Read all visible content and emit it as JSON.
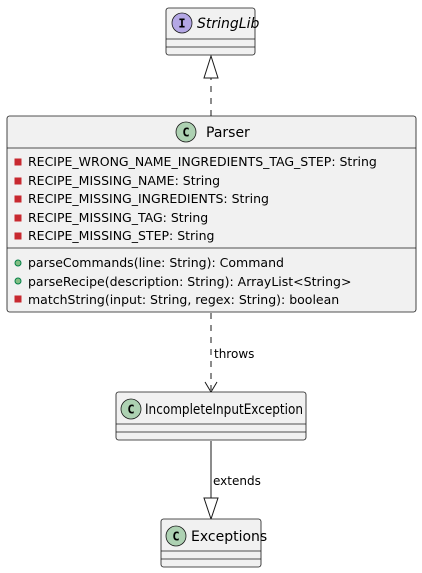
{
  "colors": {
    "box_fill": "#f1f1f1",
    "border": "#181818",
    "class_icon": "#add1b2",
    "interface_icon": "#b4a7e5",
    "private_marker": "#c82930",
    "public_marker": "#84be84"
  },
  "nodes": {
    "stringlib": {
      "kind": "interface",
      "icon": "I",
      "name": "StringLib",
      "fields": [],
      "methods": []
    },
    "parser": {
      "kind": "class",
      "icon": "C",
      "name": "Parser",
      "fields": [
        {
          "visibility": "private",
          "text": "RECIPE_WRONG_NAME_INGREDIENTS_TAG_STEP: String"
        },
        {
          "visibility": "private",
          "text": "RECIPE_MISSING_NAME: String"
        },
        {
          "visibility": "private",
          "text": "RECIPE_MISSING_INGREDIENTS: String"
        },
        {
          "visibility": "private",
          "text": "RECIPE_MISSING_TAG: String"
        },
        {
          "visibility": "private",
          "text": "RECIPE_MISSING_STEP: String"
        }
      ],
      "methods": [
        {
          "visibility": "public",
          "text": "parseCommands(line: String): Command"
        },
        {
          "visibility": "public",
          "text": "parseRecipe(description: String): ArrayList<String>"
        },
        {
          "visibility": "private",
          "text": "matchString(input: String, regex: String): boolean"
        }
      ]
    },
    "incomplete": {
      "kind": "class",
      "icon": "C",
      "name": "IncompleteInputException",
      "fields": [],
      "methods": []
    },
    "exceptions": {
      "kind": "class",
      "icon": "C",
      "name": "Exceptions",
      "fields": [],
      "methods": []
    }
  },
  "edges": [
    {
      "from": "parser",
      "to": "stringlib",
      "type": "realization",
      "label": ""
    },
    {
      "from": "parser",
      "to": "incomplete",
      "type": "dependency",
      "label": "throws"
    },
    {
      "from": "incomplete",
      "to": "exceptions",
      "type": "generalization",
      "label": "extends"
    }
  ]
}
